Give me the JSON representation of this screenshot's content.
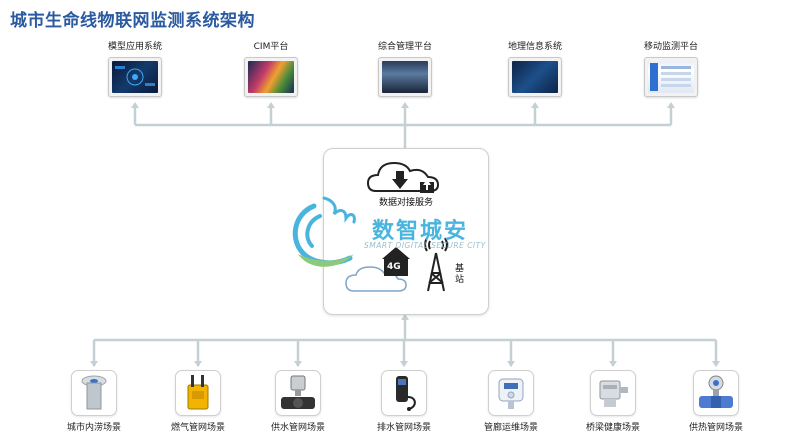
{
  "title": "城市生命线物联网监测系统架构",
  "platforms": [
    {
      "label": "模型应用系统",
      "icon": "model-app-dashboard-icon"
    },
    {
      "label": "CIM平台",
      "icon": "cim-map-dashboard-icon"
    },
    {
      "label": "综合管理平台",
      "icon": "management-dashboard-icon"
    },
    {
      "label": "地理信息系统",
      "icon": "gis-dashboard-icon"
    },
    {
      "label": "移动监测平台",
      "icon": "mobile-monitoring-dashboard-icon"
    }
  ],
  "hub": {
    "service_label": "数据对接服务",
    "base_station_label": "基站",
    "network_badge": "4G"
  },
  "brand": {
    "name_cn": "数智城安",
    "name_en": "SMART DIGITAL SECURE CITY"
  },
  "scenes": [
    {
      "label": "城市内涝场景",
      "icon": "waterlogging-sensor-icon"
    },
    {
      "label": "燃气管网场景",
      "icon": "gas-detector-icon"
    },
    {
      "label": "供水管网场景",
      "icon": "water-supply-meter-icon"
    },
    {
      "label": "排水管网场景",
      "icon": "drainage-level-sensor-icon"
    },
    {
      "label": "管廊运维场景",
      "icon": "utility-tunnel-sensor-icon"
    },
    {
      "label": "桥梁健康场景",
      "icon": "bridge-health-sensor-icon"
    },
    {
      "label": "供热管网场景",
      "icon": "heating-flowmeter-icon"
    }
  ],
  "colors": {
    "title": "#2c5aa0",
    "connector": "#c4d0d4",
    "brand_blue": "#49b4dd",
    "brand_green": "#8cc97a"
  }
}
